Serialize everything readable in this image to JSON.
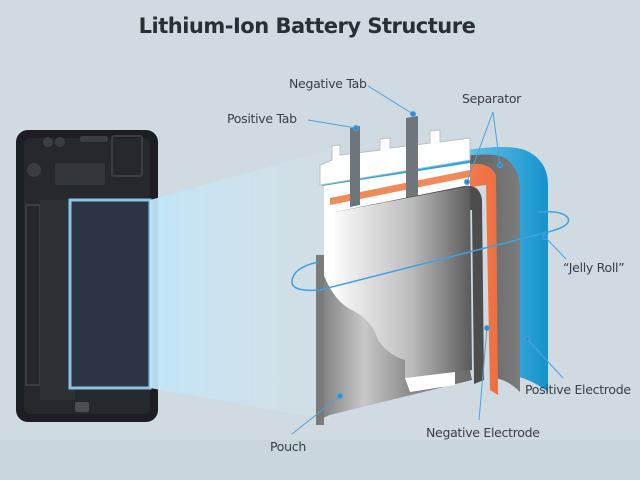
{
  "title": "Lithium-Ion Battery Structure",
  "labels": {
    "negative_tab": "Negative Tab",
    "positive_tab": "Positive Tab",
    "separator": "Separator",
    "jelly_roll": "“Jelly Roll”",
    "positive_electrode": "Positive Electrode",
    "negative_electrode": "Negative Electrode",
    "pouch": "Pouch"
  },
  "colors": {
    "background": "#cfdbe1",
    "leader_line": "#4aa3e0",
    "positive_electrode": "#1fa0d6",
    "negative_electrode": "#f08a58",
    "separator": "#6a6a6a",
    "phone_body": "#1c1e22",
    "phone_battery": "#2c3546"
  }
}
